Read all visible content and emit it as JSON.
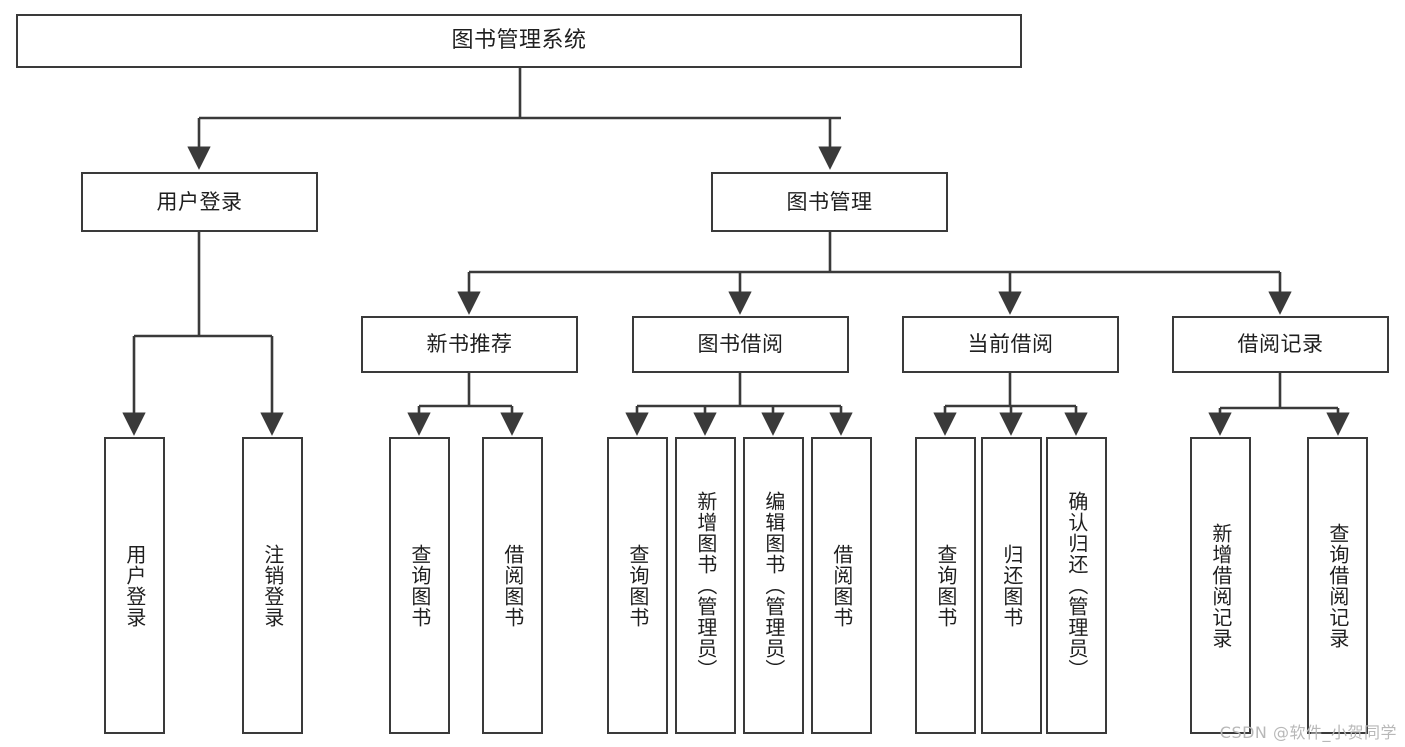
{
  "diagram": {
    "type": "tree-hierarchy",
    "title": "图书管理系统",
    "watermark": "CSDN @软件_小贺同学",
    "colors": {
      "box_border": "#3a3a3a",
      "box_fill": "#ffffff",
      "edge": "#3a3a3a",
      "text": "#1f1f1f",
      "watermark": "#b8b8b8",
      "background": "#ffffff"
    },
    "nodes": {
      "root": {
        "label": "图书管理系统"
      },
      "level1": [
        {
          "id": "user-login",
          "label": "用户登录"
        },
        {
          "id": "book-manage",
          "label": "图书管理"
        }
      ],
      "level2": [
        {
          "id": "new-book-recommend",
          "label": "新书推荐"
        },
        {
          "id": "book-borrow",
          "label": "图书借阅"
        },
        {
          "id": "current-borrow",
          "label": "当前借阅"
        },
        {
          "id": "borrow-record",
          "label": "借阅记录"
        }
      ],
      "leaves": {
        "user-login": [
          {
            "id": "leaf-user-login",
            "label": "用户登录"
          },
          {
            "id": "leaf-logout-login",
            "label": "注销登录"
          }
        ],
        "new-book-recommend": [
          {
            "id": "leaf-query-book-1",
            "label": "查询图书"
          },
          {
            "id": "leaf-borrow-book-1",
            "label": "借阅图书"
          }
        ],
        "book-borrow": [
          {
            "id": "leaf-query-book-2",
            "label": "查询图书"
          },
          {
            "id": "leaf-add-book",
            "label": "新增图书（管理员）"
          },
          {
            "id": "leaf-edit-book",
            "label": "编辑图书（管理员）"
          },
          {
            "id": "leaf-borrow-book-2",
            "label": "借阅图书"
          }
        ],
        "current-borrow": [
          {
            "id": "leaf-query-book-3",
            "label": "查询图书"
          },
          {
            "id": "leaf-return-book",
            "label": "归还图书"
          },
          {
            "id": "leaf-confirm-return",
            "label": "确认归还（管理员）"
          }
        ],
        "borrow-record": [
          {
            "id": "leaf-add-record",
            "label": "新增借阅记录"
          },
          {
            "id": "leaf-query-record",
            "label": "查询借阅记录"
          }
        ]
      }
    }
  }
}
